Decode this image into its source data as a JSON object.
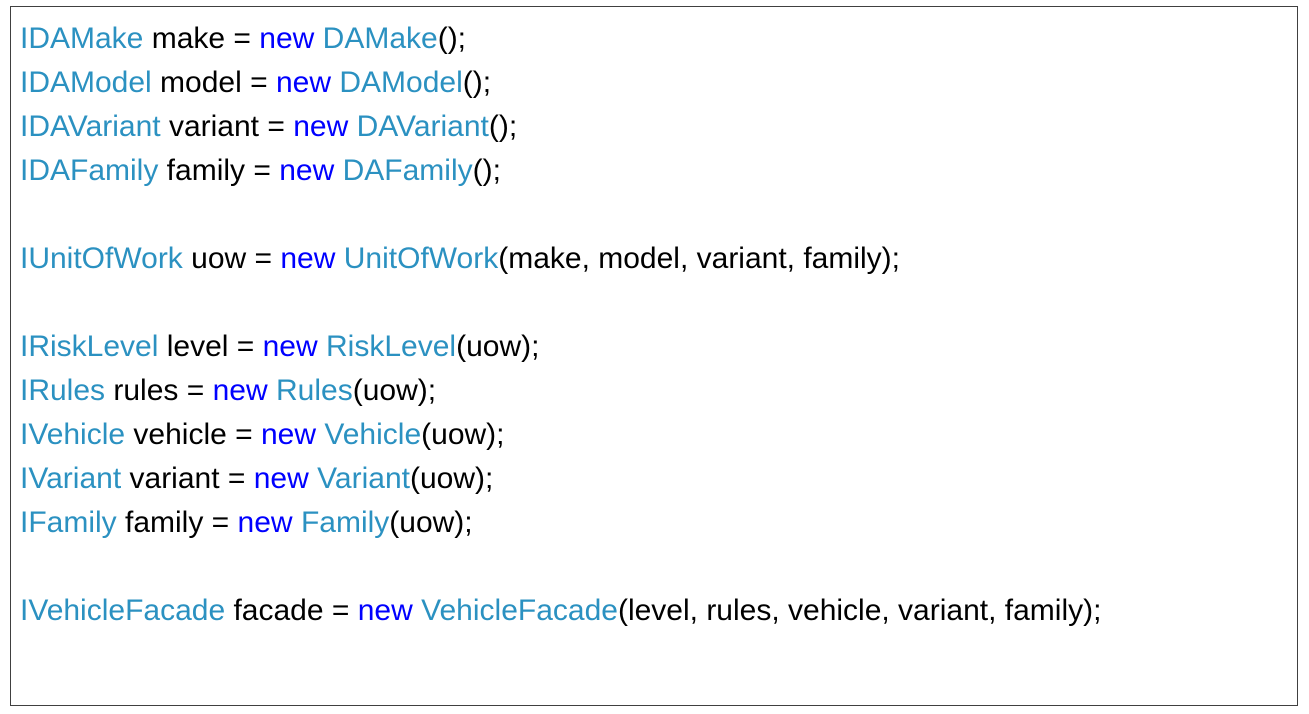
{
  "colors": {
    "type": "#2b91c1",
    "keyword": "#0000ff",
    "text": "#000000",
    "border": "#404040"
  },
  "lines": [
    [
      {
        "k": "type",
        "t": "IDAMake"
      },
      {
        "k": "txt",
        "t": " make = "
      },
      {
        "k": "kw",
        "t": "new"
      },
      {
        "k": "txt",
        "t": " "
      },
      {
        "k": "type",
        "t": "DAMake"
      },
      {
        "k": "txt",
        "t": "();"
      }
    ],
    [
      {
        "k": "type",
        "t": "IDAModel"
      },
      {
        "k": "txt",
        "t": " model = "
      },
      {
        "k": "kw",
        "t": "new"
      },
      {
        "k": "txt",
        "t": " "
      },
      {
        "k": "type",
        "t": "DAModel"
      },
      {
        "k": "txt",
        "t": "();"
      }
    ],
    [
      {
        "k": "type",
        "t": "IDAVariant"
      },
      {
        "k": "txt",
        "t": " variant = "
      },
      {
        "k": "kw",
        "t": "new"
      },
      {
        "k": "txt",
        "t": " "
      },
      {
        "k": "type",
        "t": "DAVariant"
      },
      {
        "k": "txt",
        "t": "();"
      }
    ],
    [
      {
        "k": "type",
        "t": "IDAFamily"
      },
      {
        "k": "txt",
        "t": " family = "
      },
      {
        "k": "kw",
        "t": "new"
      },
      {
        "k": "txt",
        "t": " "
      },
      {
        "k": "type",
        "t": "DAFamily"
      },
      {
        "k": "txt",
        "t": "();"
      }
    ],
    [],
    [
      {
        "k": "type",
        "t": "IUnitOfWork"
      },
      {
        "k": "txt",
        "t": " uow = "
      },
      {
        "k": "kw",
        "t": "new"
      },
      {
        "k": "txt",
        "t": " "
      },
      {
        "k": "type",
        "t": "UnitOfWork"
      },
      {
        "k": "txt",
        "t": "(make, model, variant, family);"
      }
    ],
    [],
    [
      {
        "k": "type",
        "t": "IRiskLevel"
      },
      {
        "k": "txt",
        "t": " level = "
      },
      {
        "k": "kw",
        "t": "new"
      },
      {
        "k": "txt",
        "t": " "
      },
      {
        "k": "type",
        "t": "RiskLevel"
      },
      {
        "k": "txt",
        "t": "(uow);"
      }
    ],
    [
      {
        "k": "type",
        "t": "IRules"
      },
      {
        "k": "txt",
        "t": " rules = "
      },
      {
        "k": "kw",
        "t": "new"
      },
      {
        "k": "txt",
        "t": " "
      },
      {
        "k": "type",
        "t": "Rules"
      },
      {
        "k": "txt",
        "t": "(uow);"
      }
    ],
    [
      {
        "k": "type",
        "t": "IVehicle"
      },
      {
        "k": "txt",
        "t": " vehicle = "
      },
      {
        "k": "kw",
        "t": "new"
      },
      {
        "k": "txt",
        "t": " "
      },
      {
        "k": "type",
        "t": "Vehicle"
      },
      {
        "k": "txt",
        "t": "(uow);"
      }
    ],
    [
      {
        "k": "type",
        "t": "IVariant"
      },
      {
        "k": "txt",
        "t": " variant = "
      },
      {
        "k": "kw",
        "t": "new"
      },
      {
        "k": "txt",
        "t": " "
      },
      {
        "k": "type",
        "t": "Variant"
      },
      {
        "k": "txt",
        "t": "(uow);"
      }
    ],
    [
      {
        "k": "type",
        "t": "IFamily"
      },
      {
        "k": "txt",
        "t": " family = "
      },
      {
        "k": "kw",
        "t": "new"
      },
      {
        "k": "txt",
        "t": " "
      },
      {
        "k": "type",
        "t": "Family"
      },
      {
        "k": "txt",
        "t": "(uow);"
      }
    ],
    [],
    [
      {
        "k": "type",
        "t": "IVehicleFacade"
      },
      {
        "k": "txt",
        "t": " facade = "
      },
      {
        "k": "kw",
        "t": "new"
      },
      {
        "k": "txt",
        "t": " "
      },
      {
        "k": "type",
        "t": "VehicleFacade"
      },
      {
        "k": "txt",
        "t": "(level, rules, vehicle, variant, family);"
      }
    ]
  ]
}
